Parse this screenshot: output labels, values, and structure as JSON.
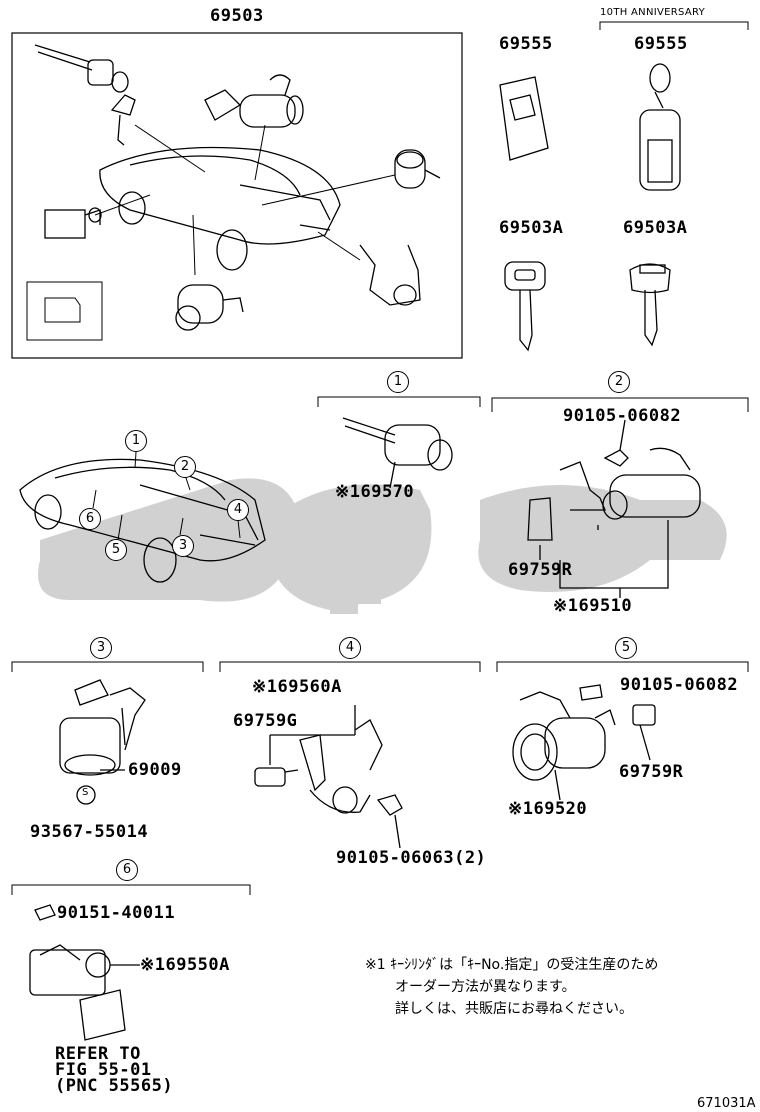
{
  "labels": {
    "p69503": "69503",
    "anniversary": "10TH ANNIVERSARY",
    "p69555_a": "69555",
    "p69555_b": "69555",
    "p69503A_a": "69503A",
    "p69503A_b": "69503A",
    "c1": "1",
    "c2": "2",
    "c3": "3",
    "c4": "4",
    "c5": "5",
    "c6": "6",
    "p69570": "※169570",
    "p90105_06082_a": "90105-06082",
    "p69759R_a": "69759R",
    "p69510": "※169510",
    "p69009": "69009",
    "p93567": "93567-55014",
    "s_mark": "S",
    "p69560A": "※169560A",
    "p69759G": "69759G",
    "p90105_06063": "90105-06063(2)",
    "p90105_06082_b": "90105-06082",
    "p69759R_b": "69759R",
    "p69520": "※169520",
    "p90151": "90151-40011",
    "p69550A": "※169550A",
    "refer1": "REFER TO",
    "refer2": "FIG 55-01",
    "refer3": "(PNC 55565)",
    "note1": "※1 ｷｰｼﾘﾝﾀﾞは「ｷｰNo.指定」の受注生産のため",
    "note2": "オーダー方法が異なります。",
    "note3": "詳しくは、共販店にお尋ねください。",
    "fig_id": "671031A"
  },
  "colors": {
    "line": "#000000",
    "watermark": "#c8c8c8"
  }
}
